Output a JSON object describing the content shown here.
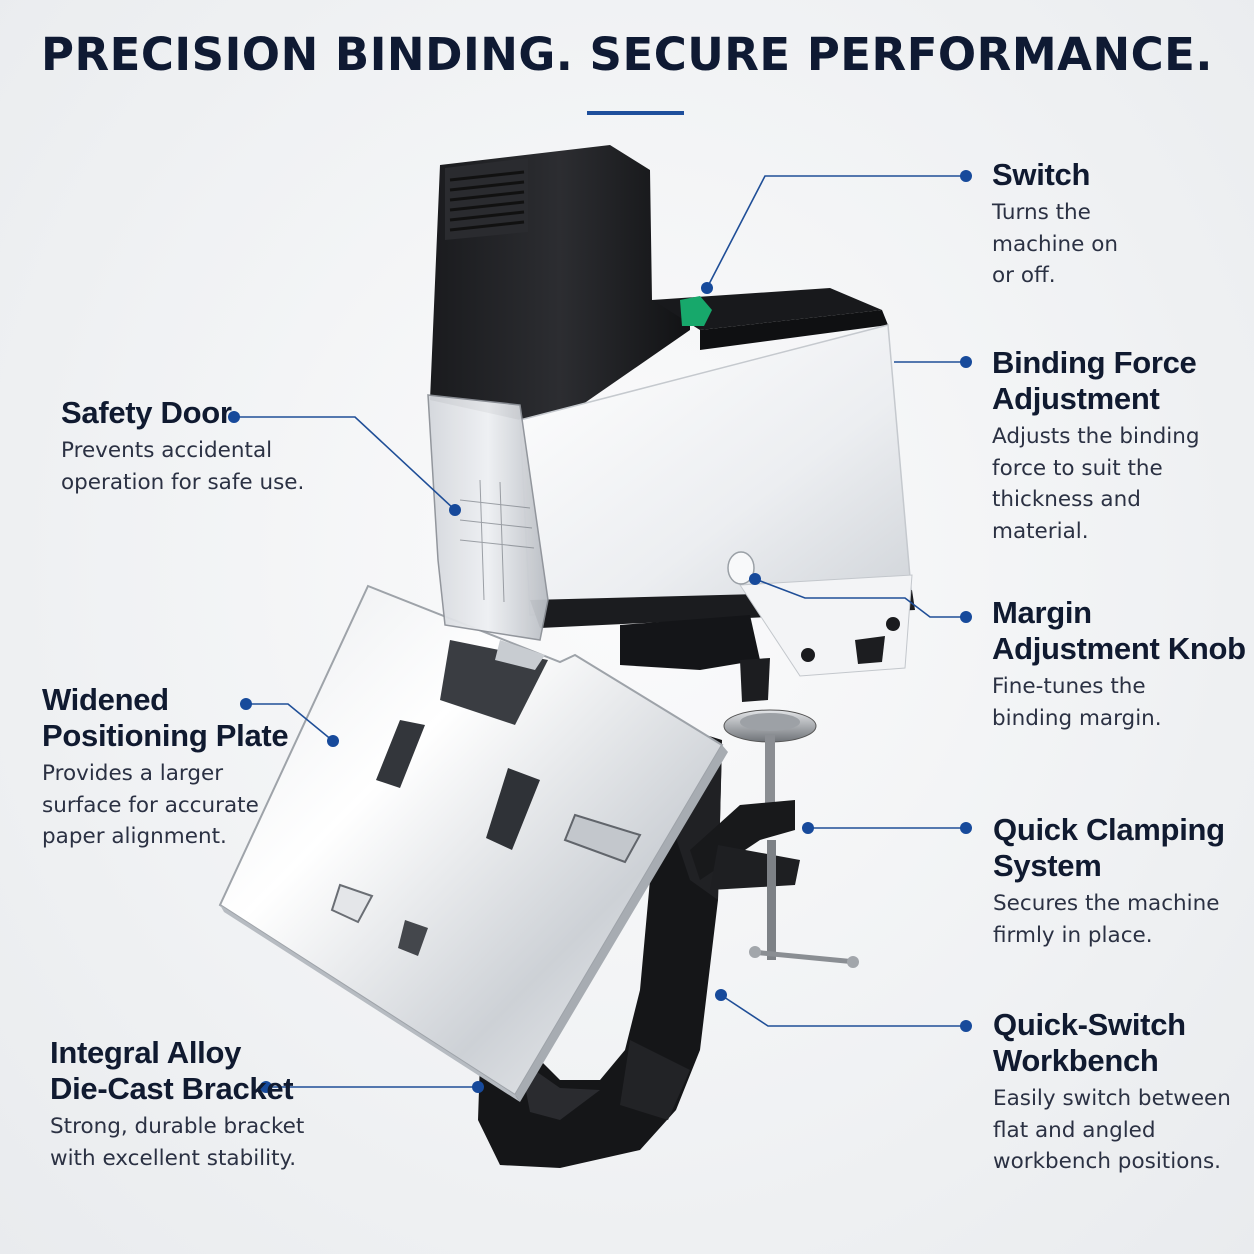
{
  "title": "PRECISION BINDING. SECURE PERFORMANCE.",
  "colors": {
    "accent": "#1e4f9c",
    "title": "#0f1a33",
    "body_text": "#2b3143",
    "switch_green": "#17a86b"
  },
  "callouts": {
    "switch": {
      "title": "Switch",
      "desc": [
        "Turns the",
        "machine on",
        "or off."
      ]
    },
    "binding_force": {
      "title": [
        "Binding Force",
        "Adjustment"
      ],
      "desc": [
        "Adjusts the binding",
        "force to suit the",
        "thickness and",
        "material."
      ]
    },
    "margin_knob": {
      "title": [
        "Margin",
        "Adjustment Knob"
      ],
      "desc": [
        "Fine-tunes the",
        "binding margin."
      ]
    },
    "clamping": {
      "title": [
        "Quick Clamping",
        "System"
      ],
      "desc": [
        "Secures the machine",
        "firmly in place."
      ]
    },
    "workbench": {
      "title": [
        "Quick-Switch",
        "Workbench"
      ],
      "desc": [
        "Easily switch between",
        "flat and angled",
        "workbench positions."
      ]
    },
    "safety_door": {
      "title": "Safety Door",
      "desc": [
        "Prevents accidental",
        "operation for safe use."
      ]
    },
    "positioning_plate": {
      "title": [
        "Widened",
        "Positioning Plate"
      ],
      "desc": [
        "Provides a larger",
        "surface for accurate",
        "paper alignment."
      ]
    },
    "bracket": {
      "title": [
        "Integral Alloy",
        "Die-Cast Bracket"
      ],
      "desc": [
        "Strong, durable bracket",
        "with excellent stability."
      ]
    }
  }
}
